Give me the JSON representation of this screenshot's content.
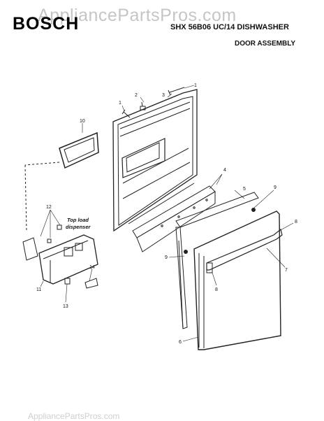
{
  "header": {
    "brand": "BOSCH",
    "model": "SHX 56B06 UC/14 DISHWASHER",
    "section": "DOOR ASSEMBLY"
  },
  "watermark": {
    "top": "AppliancePartsPros.com",
    "bottom": "AppliancePartsPros.com"
  },
  "callouts": {
    "c1": "1",
    "c2": "2",
    "c3": "3",
    "c4": "4",
    "c5": "5",
    "c6": "6",
    "c7": "7",
    "c8a": "8",
    "c8b": "8",
    "c9a": "9",
    "c9b": "9",
    "c10": "10",
    "c11": "11",
    "c12": "12",
    "c13": "13",
    "c14": "14"
  },
  "notes": {
    "top_load_line1": "Top load",
    "top_load_line2": "dispenser"
  }
}
